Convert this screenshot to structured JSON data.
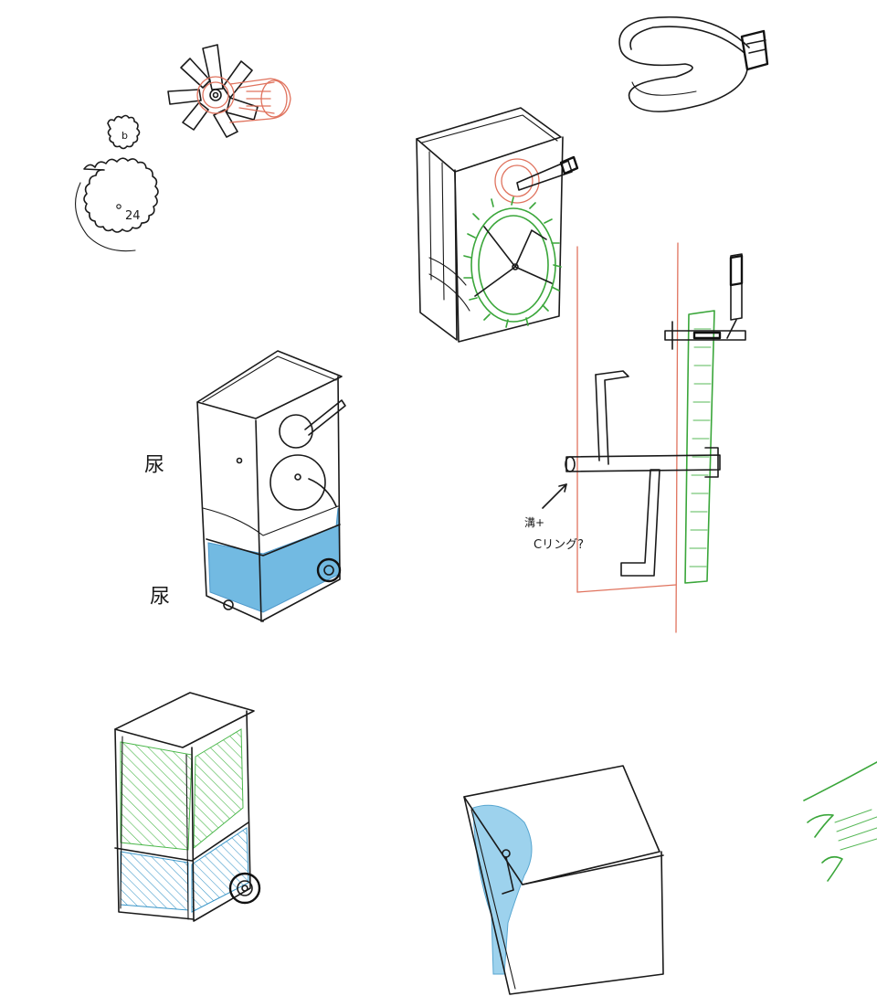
{
  "canvas": {
    "background_color": "#ffffff"
  },
  "colors": {
    "ink": "#1a1a1a",
    "red_pencil": "#e0735e",
    "green_pencil": "#3aa63a",
    "blue_pencil": "#5aaede"
  },
  "annotations": {
    "gear_teeth_count": "24",
    "label_upper": "尿",
    "label_lower": "尿",
    "groove_note": "溝+",
    "c_ring_note": "Cリング?"
  }
}
